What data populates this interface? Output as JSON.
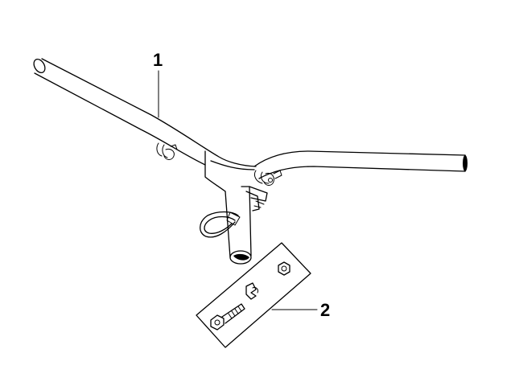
{
  "diagram": {
    "callouts": [
      {
        "number": "1",
        "part": "handlebar"
      },
      {
        "number": "2",
        "part": "hardware-kit"
      }
    ]
  }
}
